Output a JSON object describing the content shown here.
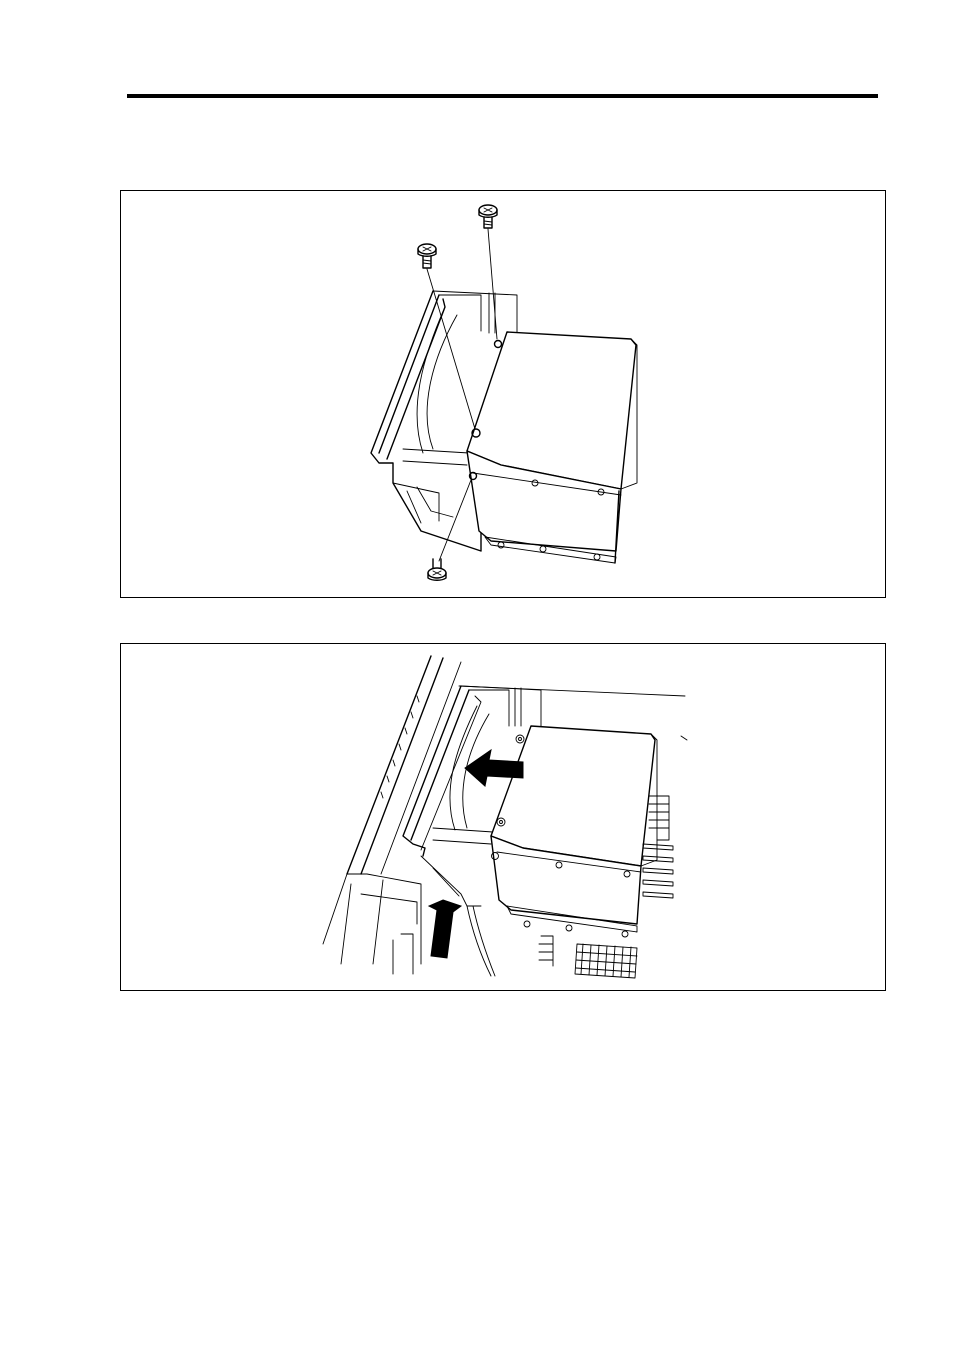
{
  "page": {
    "header_rule": true
  },
  "figures": [
    {
      "id": "figure-1",
      "depicts": "screws-removed-from-drive-cage",
      "screw_count": 3
    },
    {
      "id": "figure-2",
      "depicts": "drive-cage-slid-out-from-chassis",
      "arrow_count": 2
    }
  ],
  "colors": {
    "ink": "#000000",
    "paper": "#ffffff"
  }
}
